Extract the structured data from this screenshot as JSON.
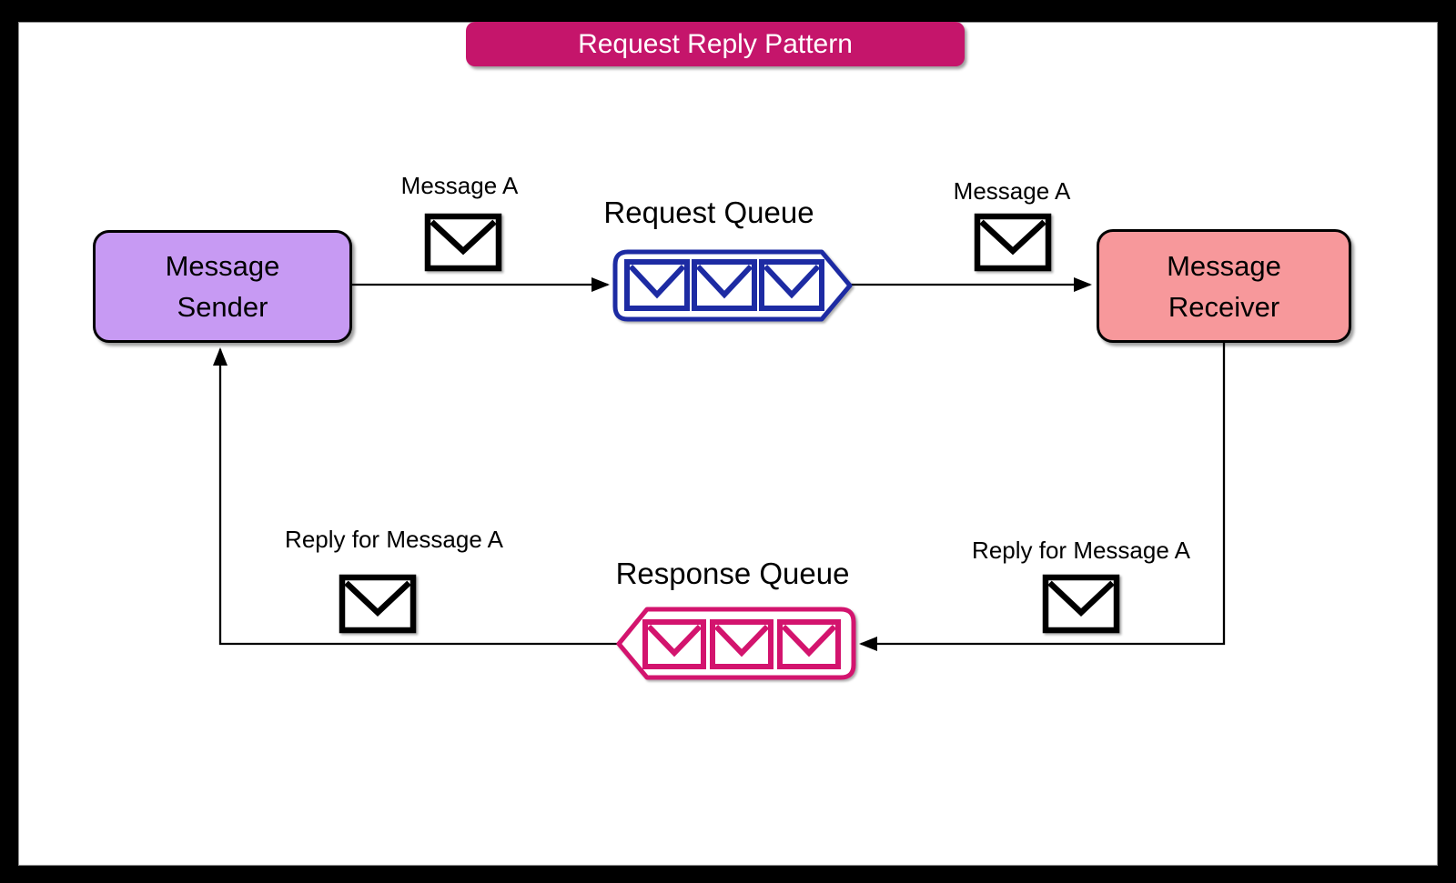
{
  "title": {
    "text": "Request Reply Pattern"
  },
  "nodes": {
    "sender": {
      "label": "Message Sender"
    },
    "receiver": {
      "label": "Message Receiver"
    }
  },
  "queues": {
    "request": {
      "label": "Request Queue",
      "message_count": 3
    },
    "response": {
      "label": "Response Queue",
      "message_count": 3
    }
  },
  "message_labels": {
    "sender_to_queue": "Message A",
    "queue_to_receiver": "Message A",
    "receiver_to_queue": "Reply for Message A",
    "queue_to_sender": "Reply for Message A"
  },
  "colors": {
    "banner": "#C5156B",
    "sender_fill": "#C79AF3",
    "receiver_fill": "#F7989B",
    "request_queue": "#1D2BA3",
    "response_queue": "#D3146E",
    "connector": "#000000",
    "envelope": "#000000"
  }
}
